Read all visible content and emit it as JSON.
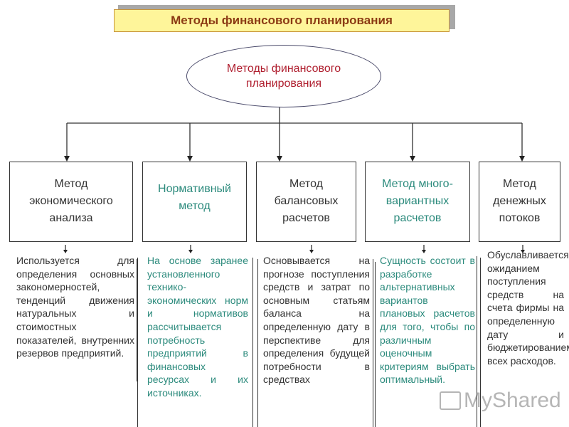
{
  "header": {
    "title": "Методы финансового планирования"
  },
  "root_node": {
    "line1": "Методы финансового",
    "line2": "планирования"
  },
  "methods": [
    {
      "lines": [
        "Метод",
        "экономического",
        "анализа"
      ],
      "color": "#333333",
      "description": "Используется для определения основных закономерностей, тенденций движения натуральных и стоимостных показателей, внутренних резервов предприятий."
    },
    {
      "lines": [
        "Нормативный",
        "метод"
      ],
      "color": "#2b8a7c",
      "description": "На основе заранее установленного технико-экономических норм и нормативов рассчитывается потребность предприятий в финансовых ресурсах и их источниках."
    },
    {
      "lines": [
        "Метод",
        "балансовых",
        "расчетов"
      ],
      "color": "#333333",
      "description": "Основывается на прогнозе поступления средств и затрат по основным статьям баланса на определенную дату в перспективе для определения будущей потребности в средствах"
    },
    {
      "lines": [
        "Метод много-",
        "вариантных",
        "расчетов"
      ],
      "color": "#2b8a7c",
      "description": "Сущность состоит в разработке альтернативных вариантов плановых расчетов для того, чтобы по различным оценочным критериям выбрать оптимальный."
    },
    {
      "lines": [
        "Метод",
        "денежных",
        "потоков"
      ],
      "color": "#333333",
      "description": "Обуславливается ожиданием поступления средств на счета фирмы на определенную дату и бюджетированием всех расходов."
    }
  ],
  "watermark": {
    "text": "MyShared"
  },
  "colors": {
    "banner_bg": "#fef59a",
    "banner_text": "#8b3a14",
    "root_text": "#b02030",
    "teal_text": "#2b8a7c",
    "dark_text": "#333333"
  }
}
